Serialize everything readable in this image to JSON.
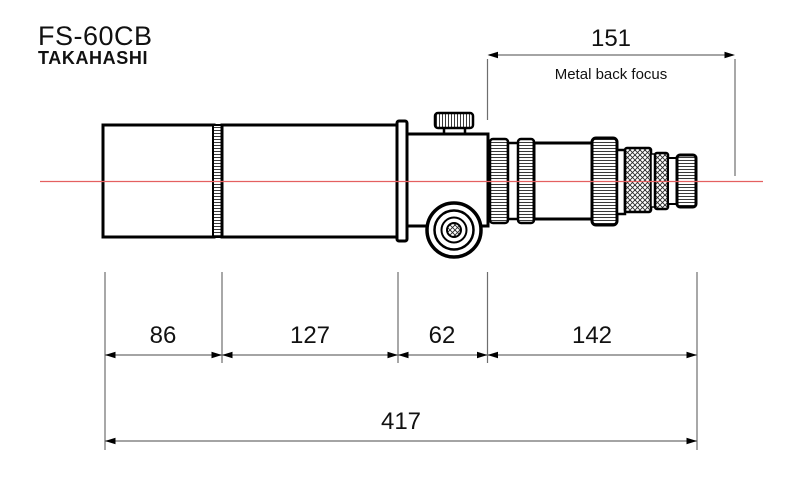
{
  "product": {
    "model": "FS-60CB",
    "brand": "TAKAHASHI"
  },
  "drawing": {
    "back_focus": {
      "value": "151",
      "caption": "Metal back focus"
    },
    "segments": [
      "86",
      "127",
      "62",
      "142"
    ],
    "overall_length": "417",
    "colors": {
      "outline": "#000000",
      "centerline": "#e46060",
      "dimension_line": "#6e6e6e"
    }
  }
}
